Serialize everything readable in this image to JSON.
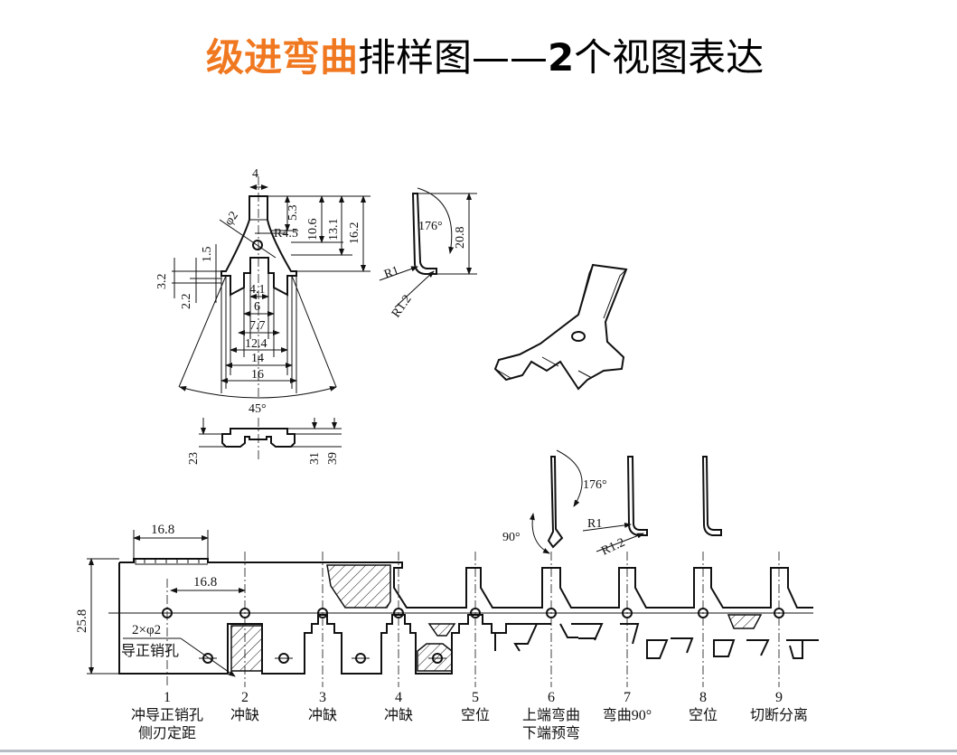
{
  "title": {
    "highlight": "级进弯曲",
    "middle": "排样图——",
    "bold_num": "2",
    "rest": "个视图表达"
  },
  "colors": {
    "accent": "#f07820",
    "line": "#111111"
  },
  "part_front_view": {
    "dims": [
      "4",
      "5.3",
      "10.6",
      "13.1",
      "16.2",
      "R4.5",
      "φ2",
      "1.5",
      "3.2",
      "2.2",
      "4.1",
      "6",
      "7.7",
      "12.4",
      "14",
      "16",
      "45°"
    ]
  },
  "part_end_view": {
    "dims": [
      "23",
      "31",
      "39"
    ]
  },
  "part_side_view": {
    "dims": [
      "176°",
      "20.8",
      "R1",
      "R1.2"
    ]
  },
  "strip": {
    "dims": [
      "16.8",
      "16.8",
      "25.8"
    ],
    "pilot_note_1": "2×φ2",
    "pilot_note_2": "导正销孔",
    "bend_dims": [
      "176°",
      "90°",
      "R1",
      "R1.2"
    ]
  },
  "stations": [
    {
      "num": "1",
      "label": "冲导正销孔\n侧刃定距"
    },
    {
      "num": "2",
      "label": "冲缺"
    },
    {
      "num": "3",
      "label": "冲缺"
    },
    {
      "num": "4",
      "label": "冲缺"
    },
    {
      "num": "5",
      "label": "空位"
    },
    {
      "num": "6",
      "label": "上端弯曲\n下端预弯"
    },
    {
      "num": "7",
      "label": "弯曲90°"
    },
    {
      "num": "8",
      "label": "空位"
    },
    {
      "num": "9",
      "label": "切断分离"
    }
  ]
}
